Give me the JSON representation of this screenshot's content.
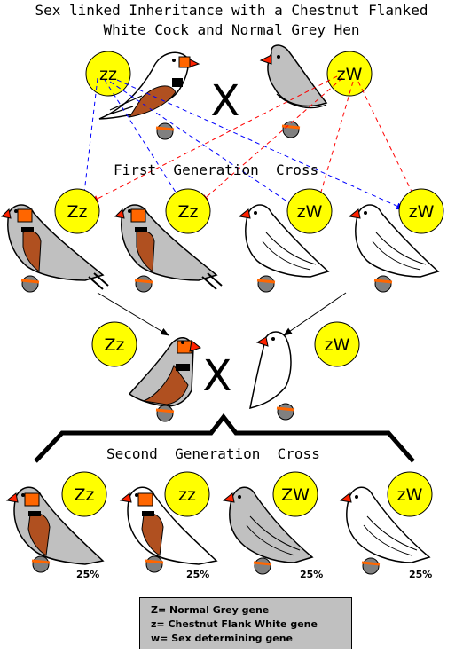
{
  "title": {
    "line1": "Sex linked Inheritance with a Chestnut Flanked",
    "line2": "White Cock and Normal Grey Hen"
  },
  "cross_symbol": "X",
  "generations": {
    "first": "First  Generation  Cross",
    "second": "Second  Generation  Cross"
  },
  "parents": {
    "cock_genotype": "zz",
    "hen_genotype": "zW"
  },
  "first_generation": [
    {
      "genotype": "Zz",
      "bird": "normal-grey-cock"
    },
    {
      "genotype": "Zz",
      "bird": "normal-grey-cock"
    },
    {
      "genotype": "zW",
      "bird": "white-hen"
    },
    {
      "genotype": "zW",
      "bird": "white-hen"
    }
  ],
  "second_parents": {
    "cock_genotype": "Zz",
    "hen_genotype": "zW"
  },
  "second_generation": [
    {
      "genotype": "Zz",
      "percent": "25%",
      "bird": "normal-grey-cock"
    },
    {
      "genotype": "zz",
      "percent": "25%",
      "bird": "chestnut-flanked-white-cock"
    },
    {
      "genotype": "ZW",
      "percent": "25%",
      "bird": "normal-grey-hen"
    },
    {
      "genotype": "zW",
      "percent": "25%",
      "bird": "white-hen"
    }
  ],
  "legend": {
    "line1": "Z= Normal Grey gene",
    "line2": "z= Chestnut Flank White gene",
    "line3": "w= Sex determining gene"
  },
  "colors": {
    "gene_circle": "#ffff00",
    "grey_body": "#c0c0c0",
    "cheek": "#ff6600",
    "beak": "#ff2200",
    "flank": "#b05020",
    "feet": "#808080",
    "blue_arrow": "#0000ff",
    "red_arrow": "#ff0000",
    "legend_bg": "#c0c0c0"
  }
}
